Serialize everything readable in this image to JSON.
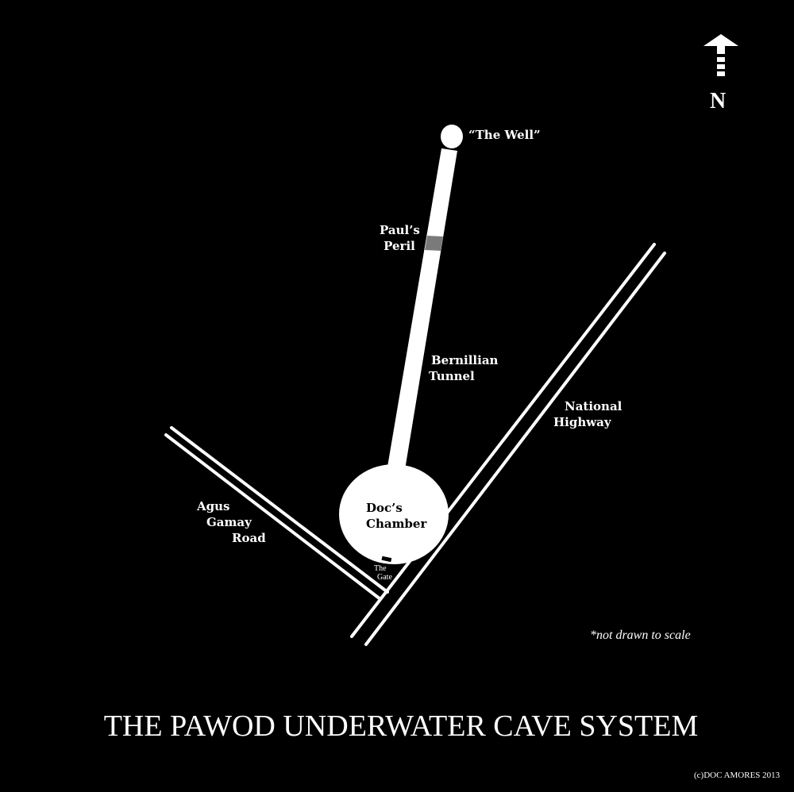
{
  "map": {
    "title": "THE PAWOD UNDERWATER CAVE SYSTEM",
    "disclaimer": "*not drawn to scale",
    "copyright": "(c)DOC AMORES 2013",
    "compass": {
      "icon": "north-arrow-icon",
      "label": "N"
    },
    "colors": {
      "background": "#000000",
      "foreground": "#ffffff",
      "hazard": "#7a7a7a"
    },
    "features": {
      "well": {
        "label": "“The Well”"
      },
      "pauls_peril": {
        "line1": "Paul’s",
        "line2": "Peril"
      },
      "tunnel": {
        "line1": "Bernillian",
        "line2": "Tunnel"
      },
      "chamber": {
        "line1": "Doc’s",
        "line2": "Chamber"
      },
      "gate": {
        "line1": "The",
        "line2": "Gate"
      }
    },
    "roads": {
      "national_highway": {
        "line1": "National",
        "line2": "Highway"
      },
      "agus_gamay_road": {
        "line1": "Agus",
        "line2": "Gamay",
        "line3": "Road"
      }
    }
  }
}
